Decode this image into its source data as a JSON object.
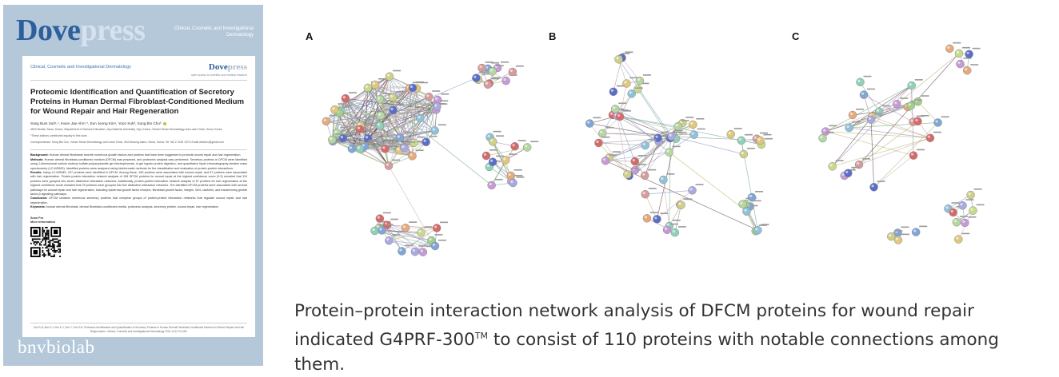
{
  "cover": {
    "logo_main": "Dove",
    "logo_press": "press",
    "journal_top": "Clinical, Cosmetic and Investigational Dermatology",
    "paper_journal": "Clinical, Cosmetic and Investigational Dermatology",
    "paper_logo_main": "Dove",
    "paper_logo_press": "press",
    "paper_tagline": "open access to scientific and medical research",
    "title": "Proteomic Identification and Quantification of Secretory Proteins in Human Dermal Fibroblast-Conditioned Medium for Wound Repair and Hair Regeneration",
    "authors": "Sang Bum Suh¹,*, Kwon Jae Ahn¹,*, Eun Jeong Kim¹, Yoon Suh², Sung Bin Cho³",
    "affiliations": "¹BNV Biolab, Seoul, Korea; ²Department of Science Education, Jeju National University, Jeju, Korea; ³Yonsei Seran Dermatology and Laser Clinic, Seoul, Korea",
    "equal": "*These authors contributed equally to this work",
    "correspondence": "Correspondence: Sung Bin Cho, Yonsei Seran Dermatology and Laser Clinic, 254 Mosung-daero, Seoul, Korea, Tel +82 2 2135 1375; Email drsbcho@gmail.com",
    "abstract": {
      "background_label": "Background:",
      "background": "Human dermal fibroblasts secrete numerous growth factors and proteins that have been suggested to promote wound repair and hair regeneration.",
      "methods_label": "Methods:",
      "methods": "Human dermal fibroblast-conditioned medium (DFCM) was prepared, and proteomic analysis was performed. Secretory proteins in DFCM were identified using 1-dimensional sodium dodecyl sulfate-polyacrylamide gel electrophoresis, in-gel trypsin protein digestion, and quantitative liquid chromatography-tandem mass spectrometry (LC-MS/MS). Identified proteins were analyzed using bioinformatic methods for the classification and evaluation of protein-protein interactions.",
      "results_label": "Results:",
      "results": "Using LC-MS/MS, 227 proteins were identified in DFCM. Among these, 160 proteins were associated with wound repair, and 57 proteins were associated with hair regeneration. Protein-protein interaction network analysis of 108 DFCM proteins for wound repair at the highest confidence score (0.9) revealed that 110 proteins were grouped into seven distinctive interaction networks. Additionally, protein-protein interaction network analysis of 57 proteins for hair regeneration at the highest confidence score revealed that 29 proteins were grouped into five distinctive interaction networks. The identified DFCM proteins were associated with several pathways for wound repair and hair regeneration, including epidermal growth factor receptor, fibroblast growth factor, integrin, Wnt, cadherin, and transforming growth factor-β signaling pathways.",
      "conclusion_label": "Conclusion:",
      "conclusion": "DFCM contains numerous secretory proteins that comprise groups of protein-protein interaction networks that regulate wound repair and hair regeneration.",
      "keywords_label": "Keywords:",
      "keywords": "human dermal fibroblast, dermal fibroblast-conditioned media, proteomic analysis, secretory protein, wound repair, hair regeneration"
    },
    "scan_label": "Scan For",
    "scan_label_2": "More Information",
    "citation": "Suh S-B, Ahn K-J, Kim E-J, Suh Y, Cho S-B. Proteomic Identification and Quantification of Secretory Proteins in Human Dermal Fibroblast-Conditioned Medium for Wound Repair and Hair Regeneration. Clinical, Cosmetic and Investigational Dermatology 2021;14:1173-1190.",
    "brand": "bnvbiolab"
  },
  "figure": {
    "panels": [
      "A",
      "B",
      "C"
    ],
    "caption_part1": "Protein–protein interaction network analysis of DFCM proteins for wound repair indicated G4PRF-300",
    "caption_tm": "TM",
    "caption_part2": " to consist of 110 proteins with notable connections among them."
  }
}
